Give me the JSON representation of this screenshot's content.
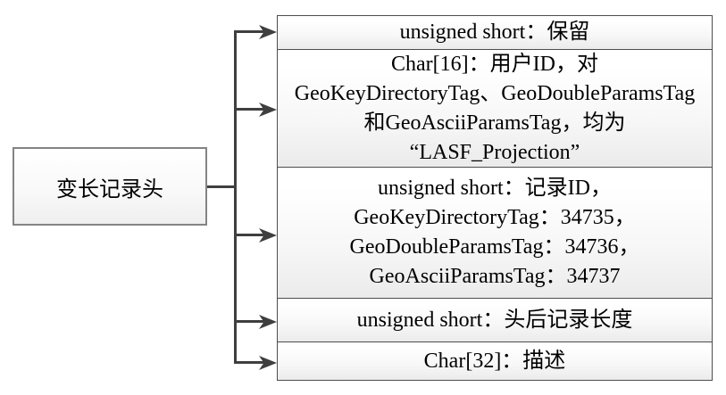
{
  "diagram": {
    "source": {
      "label": "变长记录头"
    },
    "fields": [
      {
        "name": "reserved",
        "lines": [
          "unsigned short：保留"
        ]
      },
      {
        "name": "user-id",
        "lines": [
          "Char[16]：用户ID，对",
          "GeoKeyDirectoryTag、GeoDoubleParamsTag",
          "和GeoAsciiParamsTag，均为",
          "“LASF_Projection”"
        ]
      },
      {
        "name": "record-id",
        "lines": [
          "unsigned short：记录ID，",
          "GeoKeyDirectoryTag：34735，",
          "GeoDoubleParamsTag：34736，",
          "GeoAsciiParamsTag：34737"
        ]
      },
      {
        "name": "record-length-after-header",
        "lines": [
          "unsigned short：头后记录长度"
        ]
      },
      {
        "name": "description",
        "lines": [
          "Char[32]：描述"
        ]
      }
    ],
    "colors": {
      "connector": "#3f3f3f",
      "table_border": "#4d4d4d",
      "source_border": "#848484",
      "cell_fill_top": "#ffffff",
      "cell_fill_bottom": "#ebebeb",
      "text": "#000000"
    }
  }
}
